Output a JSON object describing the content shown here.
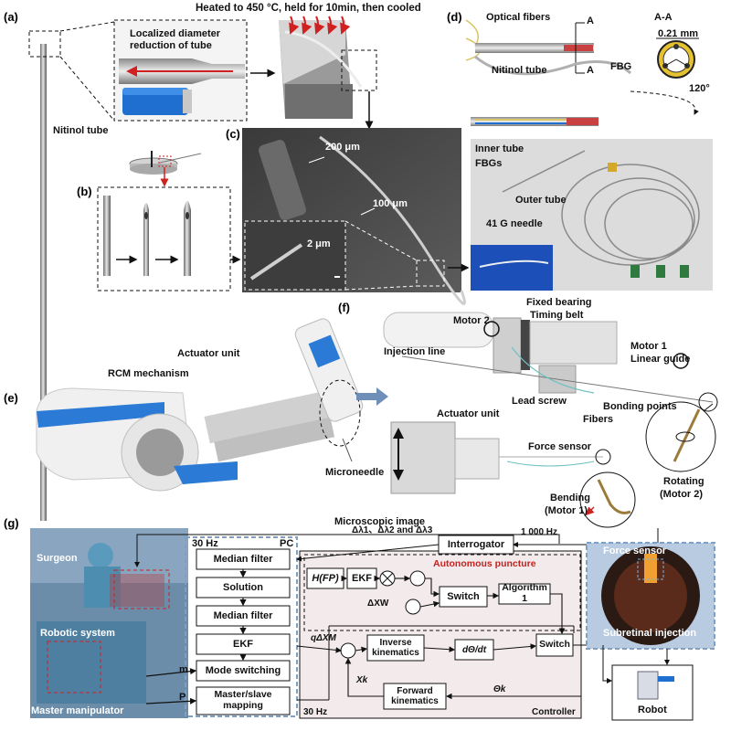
{
  "panels": {
    "a": "(a)",
    "b": "(b)",
    "c": "(c)",
    "d": "(d)",
    "e": "(e)",
    "f": "(f)",
    "g": "(g)"
  },
  "a": {
    "heating": "Heated to 450 °C, held for 10min, then cooled",
    "local_line1": "Localized diameter",
    "local_line2": "reduction of tube",
    "nitinol": "Nitinol tube"
  },
  "c": {
    "d200": "200 μm",
    "d100": "100 μm",
    "d2": "2 μm"
  },
  "d": {
    "optical": "Optical fibers",
    "nitinol": "Nitinol tube",
    "section": "A-A",
    "a_mark": "A",
    "fbg": "FBG",
    "dim": "0.21 mm",
    "angle": "120°",
    "inner_tube": "Inner tube",
    "fbgs": "FBGs",
    "outer_tube": "Outer tube",
    "needle": "41 G needle"
  },
  "e": {
    "actuator": "Actuator unit",
    "rcm": "RCM mechanism",
    "microneedle": "Microneedle"
  },
  "f": {
    "fixed_bearing": "Fixed bearing",
    "timing_belt": "Timing belt",
    "motor2": "Motor 2",
    "motor1": "Motor 1",
    "linear_guide": "Linear guide",
    "injection_line": "Injection line",
    "bonding_points": "Bonding points",
    "lead_screw": "Lead screw",
    "fibers": "Fibers",
    "actuator_unit": "Actuator unit",
    "force_sensor": "Force sensor",
    "rotating_1": "Rotating",
    "rotating_2": "(Motor 2)",
    "bending_1": "Bending",
    "bending_2": "(Motor 1)"
  },
  "g": {
    "microscopic": "Microscopic image",
    "surgeon": "Surgeon",
    "robotic_system": "Robotic system",
    "master_manipulator": "Master manipulator",
    "m": "m",
    "p": "P",
    "hz30_top": "30 Hz",
    "pc": "PC",
    "median1": "Median filter",
    "solution": "Solution",
    "median2": "Median filter",
    "ekf_left": "EKF",
    "mode_switching": "Mode switching",
    "master_slave": "Master/slave mapping",
    "lambda_label": "Δλ1、Δλ2 and Δλ3",
    "interrogator": "Interrogator",
    "hz1000": "1 000 Hz",
    "hfp": "H(FP)",
    "ekf_right": "EKF",
    "autonomous": "Autonomous puncture",
    "switch1": "Switch",
    "algorithm1": "Algorithm 1",
    "dxw": "ΔXW",
    "inverse_k": "Inverse kinematics",
    "dtheta": "dΘ/dt",
    "switch2": "Switch",
    "forward_k": "Forward kinematics",
    "xk": "Xk",
    "thetak": "Θk",
    "qdxm": "qΔXM",
    "hz30_bottom": "30 Hz",
    "controller": "Controller",
    "force_sensor": "Force sensor",
    "subretinal": "Subretinal injection",
    "robot": "Robot"
  },
  "colors": {
    "blue": "#1f7ad8",
    "red_arrow": "#d02020",
    "controller_bg": "#f3ebeb",
    "dashed_blue": "#7f9fc4"
  }
}
